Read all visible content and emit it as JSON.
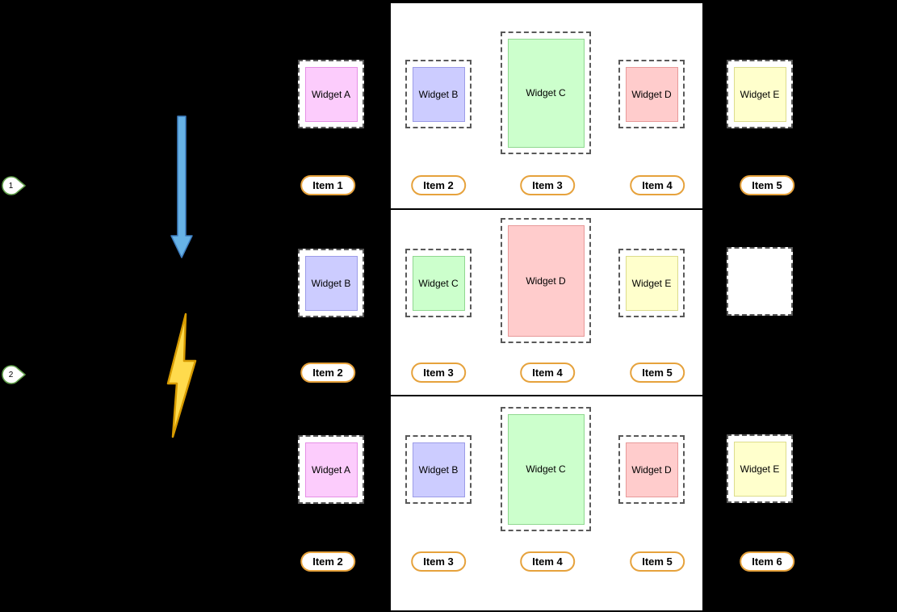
{
  "colors": {
    "background": "#000000",
    "panel": "#FFFFFF",
    "divider": "#000000",
    "pill_border": "#E6A23C",
    "pill_text": "#000000",
    "widget_dash_border": "#595959",
    "marker_stroke": "#63A24D",
    "arrow_fill": "#67B2E6",
    "arrow_stroke": "#3E7DBF",
    "bolt_fill": "#FFDB4D",
    "bolt_stroke": "#D79B00"
  },
  "icons": {
    "arrow": "down-arrow-icon",
    "bolt": "lightning-icon",
    "marker": "pin-icon"
  },
  "markers": [
    {
      "number": "1"
    },
    {
      "number": "2"
    }
  ],
  "rows": [
    {
      "widgets": [
        {
          "label": "Widget A",
          "fill": "#FCCCFC",
          "border": "#E690E6"
        },
        {
          "label": "Widget B",
          "fill": "#CCCCFF",
          "border": "#9C9CE8"
        },
        {
          "label": "Widget C",
          "fill": "#CCFFCC",
          "border": "#90D890"
        },
        {
          "label": "Widget D",
          "fill": "#FFCCCC",
          "border": "#E89A9A"
        },
        {
          "label": "Widget E",
          "fill": "#FFFFCC",
          "border": "#DCDC8C"
        }
      ],
      "items": [
        "Item 1",
        "Item 2",
        "Item 3",
        "Item 4",
        "Item 5"
      ]
    },
    {
      "widgets": [
        {
          "label": "Widget B",
          "fill": "#CCCCFF",
          "border": "#9C9CE8"
        },
        {
          "label": "Widget C",
          "fill": "#CCFFCC",
          "border": "#90D890"
        },
        {
          "label": "Widget D",
          "fill": "#FFCCCC",
          "border": "#E89A9A"
        },
        {
          "label": "Widget E",
          "fill": "#FFFFCC",
          "border": "#DCDC8C"
        },
        {
          "label": "",
          "fill": "#FFFFFF",
          "border": "#FFFFFF"
        }
      ],
      "items": [
        "Item 2",
        "Item 3",
        "Item 4",
        "Item 5"
      ]
    },
    {
      "widgets": [
        {
          "label": "Widget A",
          "fill": "#FCCCFC",
          "border": "#E690E6"
        },
        {
          "label": "Widget B",
          "fill": "#CCCCFF",
          "border": "#9C9CE8"
        },
        {
          "label": "Widget C",
          "fill": "#CCFFCC",
          "border": "#90D890"
        },
        {
          "label": "Widget D",
          "fill": "#FFCCCC",
          "border": "#E89A9A"
        },
        {
          "label": "Widget E",
          "fill": "#FFFFCC",
          "border": "#DCDC8C"
        }
      ],
      "items": [
        "Item 2",
        "Item 3",
        "Item 4",
        "Item 5",
        "Item 6"
      ]
    }
  ]
}
